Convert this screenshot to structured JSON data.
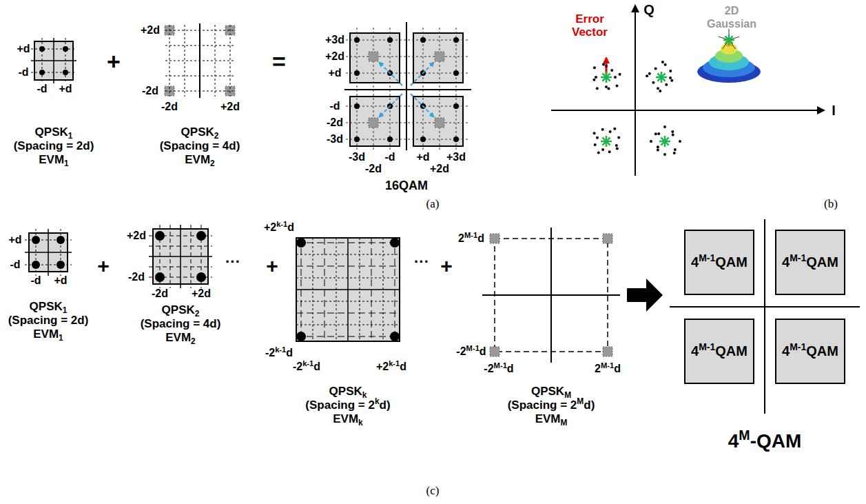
{
  "diagram": {
    "nodes": [
      {
        "text": [
          "4M-1QAM"
        ]
      },
      {
        "text": [
          "4M-1QAM"
        ]
      },
      {
        "text": [
          "4M-1QAM"
        ]
      },
      {
        "text": [
          "4M-1QAM"
        ]
      }
    ],
    "labels": [
      "+d",
      "-d",
      "-d",
      "+d",
      "QPSK1",
      "(Spacing = 2d)",
      "EVM1",
      "+",
      "+2d",
      "-2d",
      "-2d",
      "+2d",
      "QPSK2",
      "(Spacing = 4d)",
      "EVM2",
      "=",
      "+3d",
      "+2d",
      "+d",
      "-d",
      "-2d",
      "-3d",
      "-3d",
      "-2d",
      "-d",
      "+d",
      "+2d",
      "+3d",
      "16QAM",
      "(a)",
      "Error",
      "Vector",
      "Q",
      "2D",
      "Gaussian",
      "I",
      "(b)",
      "+d",
      "-d",
      "-d",
      "+d",
      "QPSK1",
      "(Spacing = 2d)",
      "EVM1",
      "+",
      "+2d",
      "-2d",
      "-2d",
      "+2d",
      "QPSK2",
      "(Spacing = 4d)",
      "EVM2",
      "···",
      "+",
      "+2k-1d",
      "-2k-1d",
      "-2k-1d",
      "+2k-1d",
      "QPSKk",
      "(Spacing = 2kd)",
      "EVMk",
      "···",
      "+",
      "2M-1d",
      "-2M-1d",
      "-2M-1d",
      "2M-1d",
      "QPSKM",
      "(Spacing = 2Md)",
      "EVMM",
      "4M-QAM",
      "(c)"
    ]
  }
}
